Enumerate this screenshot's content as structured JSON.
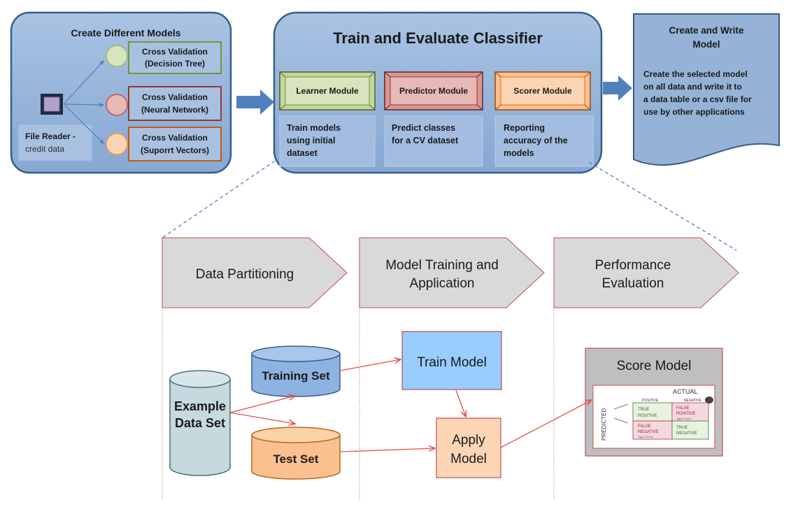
{
  "create_models": {
    "title": "Create Different Models",
    "file_reader_label": "File Reader -",
    "file_reader_sub": "credit data",
    "models": [
      {
        "line1": "Cross Validation",
        "line2": "(Decision Tree)"
      },
      {
        "line1": "Cross Validation",
        "line2": "(Neural Network)"
      },
      {
        "line1": "Cross Validation",
        "line2": "(Suporrt Vectors)"
      }
    ]
  },
  "train_evaluate": {
    "title": "Train and Evaluate Classifier",
    "modules": [
      {
        "label": "Learner Module",
        "desc": [
          "Train models",
          "using initial",
          "dataset"
        ]
      },
      {
        "label": "Predictor Module",
        "desc": [
          "Predict classes",
          "for a CV dataset"
        ]
      },
      {
        "label": "Scorer Module",
        "desc": [
          "Reporting",
          "accuracy of the",
          "models"
        ]
      }
    ]
  },
  "write_model": {
    "title": [
      "Create and Write",
      "Model"
    ],
    "desc": [
      "Create the selected model",
      "on all data and write it to",
      "a data table or a csv file for",
      "use by other applications"
    ]
  },
  "phases": [
    {
      "lines": [
        "Data Partitioning"
      ]
    },
    {
      "lines": [
        "Model Training and",
        "Application"
      ]
    },
    {
      "lines": [
        "Performance",
        "Evaluation"
      ]
    }
  ],
  "nodes": {
    "example_data_set": [
      "Example",
      "Data Set"
    ],
    "training_set": "Training Set",
    "test_set": "Test Set",
    "train_model": "Train Model",
    "apply_model": [
      "Apply",
      "Model"
    ],
    "score_model": "Score Model"
  },
  "score_sketch": {
    "actual": "ACTUAL",
    "predicted": "PREDICTED",
    "positive": "POSITIVE",
    "negative": "NEGATIVE",
    "tp": [
      "TRUE",
      "POSITIVE"
    ],
    "fp": [
      "FALSE",
      "POSITIVE"
    ],
    "fn": [
      "FALSE",
      "NEGATIVE"
    ],
    "tn": [
      "TRUE",
      "NEGATIVE"
    ],
    "type1": "Type I Error",
    "type2": "Type II Error"
  },
  "colors": {
    "panel_fill": "#95b3d7",
    "panel_stroke": "#385d8a",
    "arrow_blue": "#4f81bd",
    "green": "#d7e4bd",
    "red": "#e6b9b8",
    "orange": "#fcd5b5",
    "lavender": "#b3a2c7",
    "chevron_fill": "#d9d9d9",
    "chevron_stroke": "#c0504d",
    "cyl_teal": "#c5d9de",
    "cyl_blue": "#8db3e2",
    "cyl_orange": "#fac090",
    "train_box": "#99ccff",
    "apply_box": "#fcd5b5",
    "score_bg": "#bfbfbf",
    "link_red": "#e05050"
  }
}
